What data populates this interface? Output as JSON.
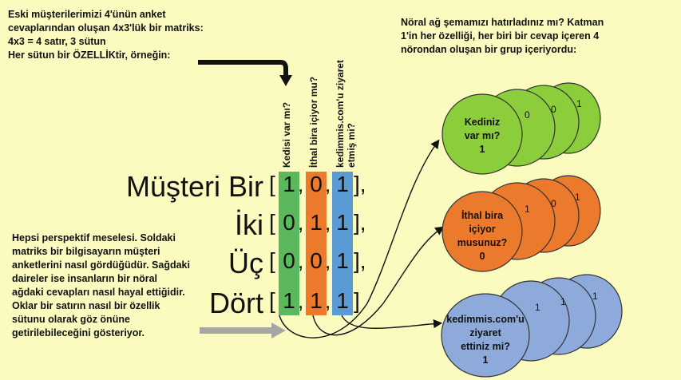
{
  "texts": {
    "top_left": "Eski müşterilerimizi 4'ünün anket\ncevaplarından oluşan 4x3'lük bir matriks:\n4x3 = 4 satır, 3 sütun\nHer sütun bir ÖZELLİKtir, örneğin:",
    "top_right": "Nöral ağ şemamızı hatırladınız mı? Katman\n1'in her özelliği, her biri bir cevap içeren 4\nnörondan oluşan bir grup içeriyordu:",
    "bottom_left": "Hepsi perspektif meselesi. Soldaki\nmatriks bir bilgisayarın müşteri\nanketlerini nasıl gördüğüdür. Sağdaki\ndaireler ise insanların bir nöral\nağdaki cevapları nasıl hayal ettiğidir.\nOklar bir satırın nasıl bir özellik\nsütunu olarak göz önüne\ngetirilebileceğini gösteriyor."
  },
  "columns": [
    {
      "header": "Kedisi var mı?",
      "color": "#5cb85c"
    },
    {
      "header": "İthal bira içiyor mu?",
      "color": "#ec7a2c"
    },
    {
      "header": "kedimmis.com'u ziyaret\netmiş mi?",
      "color": "#5b9bd5"
    }
  ],
  "rows": [
    {
      "label": "Müşteri Bir",
      "values": [
        "1",
        "0",
        "1"
      ],
      "close": "],"
    },
    {
      "label": "İki",
      "values": [
        "0",
        "1",
        "1"
      ],
      "close": "],"
    },
    {
      "label": "Üç",
      "values": [
        "0",
        "0",
        "1"
      ],
      "close": "],"
    },
    {
      "label": "Dört",
      "values": [
        "1",
        "1",
        "1"
      ],
      "close": "]"
    }
  ],
  "neuron_groups": [
    {
      "label": "Kediniz\nvar mı?\n1",
      "back_values": [
        "0",
        "0",
        "1"
      ],
      "color": "#8ccd3c"
    },
    {
      "label": "İthal bira\niçiyor\nmusunuz?\n0",
      "back_values": [
        "1",
        "0",
        "1"
      ],
      "color": "#ec7a2c"
    },
    {
      "label": "kedimmis.com'u\nziyaret\nettiniz mi?\n1",
      "back_values": [
        "1",
        "1",
        "1"
      ],
      "color": "#8eaadb"
    }
  ]
}
